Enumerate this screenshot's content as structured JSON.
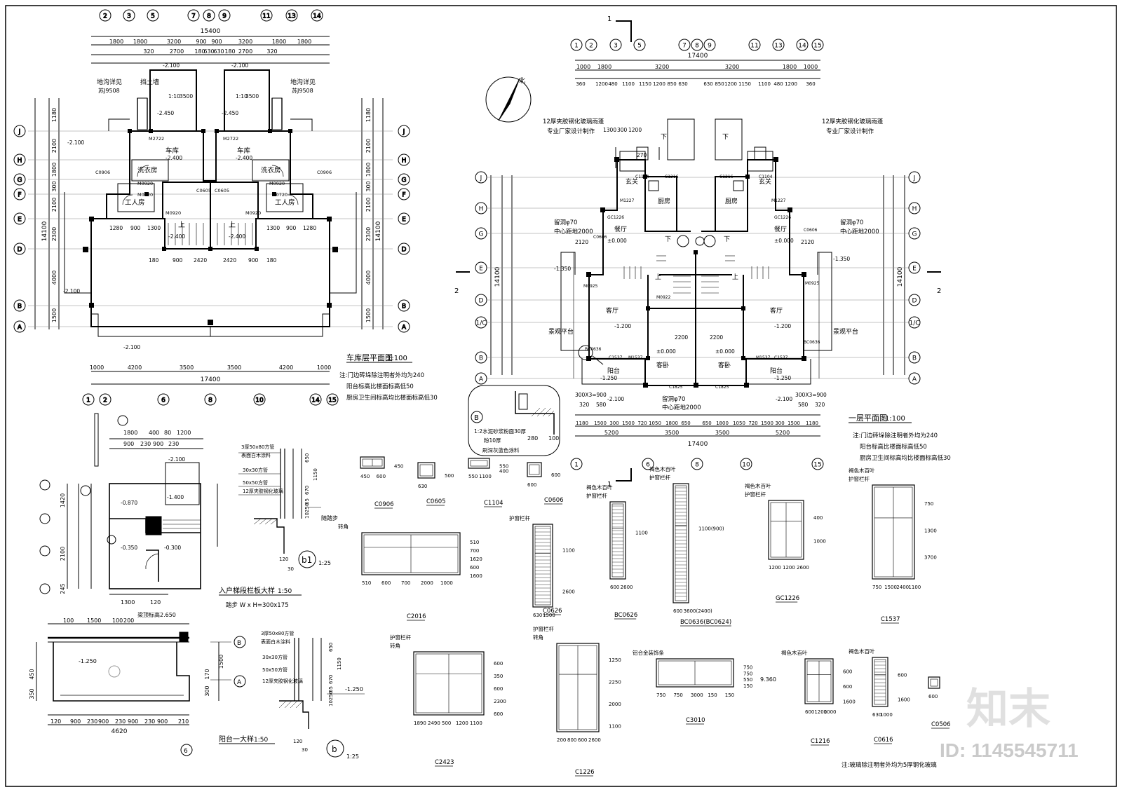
{
  "drawing": {
    "garage_plan": {
      "title": "车库层平面图",
      "scale": "1:100",
      "notes": [
        "注:门边砖垛除注明者外均为240",
        "阳台标高比楼面标高低50",
        "厨房卫生间标高均比楼面标高低30"
      ],
      "axis_top": [
        "2",
        "3",
        "5",
        "7",
        "8",
        "9",
        "11",
        "13",
        "14"
      ],
      "axis_bottom": [
        "1",
        "2",
        "6",
        "8",
        "10",
        "14",
        "15"
      ],
      "axis_side": [
        "J",
        "H",
        "G",
        "F",
        "E",
        "D",
        "B",
        "A"
      ],
      "overall_top": "15400",
      "dims_top_row1": [
        "1800",
        "1800",
        "3200",
        "900",
        "900",
        "3200",
        "1800",
        "1800"
      ],
      "dims_top_row2": [
        "320",
        "2700",
        "180",
        "630",
        "630",
        "180",
        "2700",
        "320"
      ],
      "dims_bottom": [
        "1000",
        "4200",
        "3500",
        "3500",
        "4200",
        "1000"
      ],
      "overall_bottom": "17400",
      "overall_side": "14100",
      "dims_side": [
        "1180",
        "2100",
        "1800",
        "300",
        "2100",
        "2300",
        "4000",
        "1500"
      ],
      "rooms": [
        "车库",
        "车库",
        "洗衣房",
        "洗衣房",
        "工人房",
        "工人房"
      ],
      "labels": [
        "挡土墙",
        "地沟详见",
        "苏J9508",
        "上",
        "上"
      ],
      "levels": [
        "-2.100",
        "-2.100",
        "-2.100",
        "-2.100",
        "-2.100",
        "-2.400",
        "-2.400",
        "-2.400",
        "-2.400",
        "-2.450",
        "-2.450"
      ],
      "interior_dims": [
        "1280",
        "900",
        "1300",
        "1300",
        "900",
        "1280",
        "180",
        "900",
        "2420",
        "2420",
        "900",
        "180",
        "1:10",
        "1:10",
        "3500",
        "3500"
      ],
      "door_codes": [
        "M2722",
        "M2722",
        "M0920",
        "M0920",
        "M0920",
        "M0920",
        "C0906",
        "C0906",
        "C0605",
        "C0605",
        "M0720",
        "M0720"
      ]
    },
    "first_floor_plan": {
      "title": "一层平面图",
      "scale": "1:100",
      "notes": [
        "注:门边砖垛除注明者外均为240",
        "阳台标高比楼面标高低50",
        "厨房卫生间标高均比楼面标高低30"
      ],
      "north": "北",
      "section_mark": "1",
      "section_side": "2",
      "axis_top": [
        "1",
        "2",
        "3",
        "5",
        "7",
        "8",
        "9",
        "11",
        "13",
        "14",
        "15"
      ],
      "axis_bottom": [
        "1",
        "6",
        "8",
        "10",
        "15"
      ],
      "axis_side": [
        "J",
        "H",
        "G",
        "E",
        "D",
        "1/C",
        "B",
        "A"
      ],
      "overall_top": "17400",
      "dims_top_row1": [
        "1000",
        "1800",
        "3200",
        "3200",
        "1800",
        "1000"
      ],
      "dims_top_row2": [
        "360",
        "1200",
        "480",
        "1100",
        "1150",
        "1200",
        "850",
        "630",
        "630",
        "850",
        "1200",
        "1150",
        "1100",
        "480",
        "1200",
        "360"
      ],
      "dims_bottom_row1": [
        "1180",
        "1500",
        "300",
        "1500",
        "720",
        "1050",
        "1800",
        "650",
        "650",
        "1800",
        "1050",
        "720",
        "1500",
        "300",
        "1500",
        "1180"
      ],
      "dims_bottom_row2": [
        "5200",
        "3500",
        "3500",
        "5200"
      ],
      "overall_bottom": "17400",
      "overall_side": "14100",
      "rooms": [
        "玄关",
        "玄关",
        "厨房",
        "厨房",
        "餐厅",
        "餐厅",
        "客厅",
        "客厅",
        "客卧",
        "客卧",
        "阳台",
        "阳台",
        "景观平台",
        "景观平台"
      ],
      "canopy_note": [
        "12厚夹胶钢化玻璃雨蓬",
        "专业厂家设计制作"
      ],
      "hole_note": [
        "留洞φ70",
        "中心距地2000"
      ],
      "hole_note2": [
        "留洞φ70",
        "中心距地2000"
      ],
      "levels": [
        "±0.000",
        "±0.000",
        "±0.000",
        "±0.000",
        "-1.200",
        "-1.200",
        "-1.250",
        "-1.250",
        "-1.350",
        "-1.350",
        "-2.100",
        "-2.100"
      ],
      "stair": [
        "下",
        "下",
        "上",
        "上",
        "下",
        "下"
      ],
      "door_codes": [
        "C1104",
        "C1216",
        "C1216",
        "C1104",
        "M1227",
        "M1227",
        "GC1226",
        "GC1226",
        "C0606",
        "C0606",
        "C1537",
        "M1537",
        "M1537",
        "C1537",
        "C1825",
        "C1825",
        "BC0636",
        "BC0636",
        "M0925",
        "M0925",
        "M0922"
      ],
      "dims_misc": [
        "300X3=900",
        "300X3=900",
        "1300",
        "300",
        "1200",
        "270",
        "2120",
        "2120",
        "2200",
        "2200",
        "580",
        "580",
        "320",
        "320"
      ]
    },
    "detail_b": {
      "label": "B",
      "notes": [
        "1:2水泥砂浆粉面30厚",
        "粉10厚",
        "刷深灰蓝色涂料"
      ],
      "dims": [
        "280",
        "100"
      ]
    },
    "stair_plan": {
      "title": "入户梯段栏板大样",
      "scale": "1:50",
      "step_note": "踏步 W x H=300x175",
      "dims_top": [
        "1800",
        "400",
        "80",
        "1200"
      ],
      "dims_top2": [
        "900",
        "230",
        "900",
        "230"
      ],
      "dims_bottom": [
        "1300",
        "120"
      ],
      "dims_left": [
        "1420",
        "2100",
        "245"
      ],
      "levels": [
        "-2.100",
        "-0.870",
        "-1.400",
        "-0.350",
        "-0.300"
      ]
    },
    "rail_detail_b1": {
      "label": "b1",
      "scale": "1:25",
      "spec": [
        "3厚50x80方管",
        "表面白木涂料",
        "30x30方管",
        "50x50方管",
        "12厚夹胶钢化玻璃"
      ],
      "step_label": "随踏步",
      "dims": [
        "650",
        "670",
        "1150",
        "10250",
        "65",
        "120",
        "30"
      ]
    },
    "balcony_plan": {
      "title": "阳台一大样",
      "scale": "1:50",
      "top_note": "梁顶标高2.650",
      "dims_top": [
        "100",
        "1500",
        "100",
        "200"
      ],
      "dims_bottom": [
        "120",
        "900",
        "230",
        "900",
        "230",
        "900",
        "230",
        "900",
        "210"
      ],
      "overall": "4620",
      "levels": [
        "-1.250"
      ],
      "axes": [
        "B",
        "A",
        "6"
      ],
      "dims_side": [
        "1500",
        "170",
        "300",
        "350",
        "450"
      ]
    },
    "rail_detail_b": {
      "label": "b",
      "scale": "1:25",
      "spec": [
        "3厚50x80方管",
        "表面白木涂料",
        "30x30方管",
        "50x50方管",
        "12厚夹胶钢化玻璃"
      ],
      "level": "-1.250",
      "dims": [
        "650",
        "670",
        "1150",
        "10250",
        "65",
        "120",
        "30"
      ]
    },
    "windows": [
      {
        "code": "C0906",
        "dims": [
          "450",
          "450",
          "600"
        ]
      },
      {
        "code": "C0605",
        "dims": [
          "630",
          "500"
        ]
      },
      {
        "code": "C1104",
        "dims": [
          "550",
          "550",
          "1100",
          "400"
        ]
      },
      {
        "code": "C0606",
        "dims": [
          "600",
          "600"
        ]
      },
      {
        "code": "C2016",
        "dims": [
          "510",
          "510",
          "600",
          "700",
          "700",
          "1620",
          "2000",
          "600",
          "1000",
          "1600"
        ],
        "note": "转角"
      },
      {
        "code": "C0626",
        "dims": [
          "630",
          "1100",
          "1500",
          "2600"
        ],
        "note": "护窗栏杆"
      },
      {
        "code": "BC0626",
        "dims": [
          "600",
          "1100",
          "2600"
        ],
        "note": "护窗栏杆",
        "note2": "褐色木百叶"
      },
      {
        "code": "BC0636(BC0624)",
        "dims": [
          "600",
          "1100(900)",
          "3600(2400)"
        ],
        "note": "护窗栏杆",
        "note2": "褐色木百叶"
      },
      {
        "code": "GC1226",
        "dims": [
          "1200",
          "400",
          "1200",
          "1000",
          "2600"
        ],
        "note": "护窗栏杆",
        "note2": "褐色木百叶"
      },
      {
        "code": "C1537",
        "dims": [
          "750",
          "750",
          "1500",
          "1300",
          "2400",
          "3700",
          "1100"
        ],
        "note": "护窗栏杆",
        "note2": "褐色木百叶"
      },
      {
        "code": "C2423",
        "dims": [
          "1890",
          "600",
          "2490",
          "350",
          "500",
          "600",
          "1200",
          "2300",
          "1100",
          "600"
        ],
        "note": "转角",
        "note2": "护窗栏杆"
      },
      {
        "code": "C1226",
        "dims": [
          "200",
          "1250",
          "800",
          "2250",
          "600",
          "2000",
          "2600",
          "1100"
        ],
        "note": "转角",
        "note2": "护窗栏杆"
      },
      {
        "code": "C3010",
        "dims": [
          "750",
          "750",
          "750",
          "750",
          "3000",
          "550",
          "150",
          "150",
          "150"
        ],
        "note": "铝合金装饰条"
      },
      {
        "code": "C1216",
        "dims": [
          "600",
          "600",
          "1200",
          "600",
          "1000",
          "1600"
        ],
        "note": "褐色木百叶"
      },
      {
        "code": "C0616",
        "dims": [
          "630",
          "600",
          "1000",
          "1600"
        ],
        "note": "褐色木百叶"
      },
      {
        "code": "C0506",
        "dims": [
          "600"
        ]
      }
    ],
    "level_9360": "9.360",
    "glass_note": "注:玻璃除注明者外均为5厚钢化玻璃",
    "brand_logo": "知末",
    "id_label": "ID: 1145545711"
  }
}
